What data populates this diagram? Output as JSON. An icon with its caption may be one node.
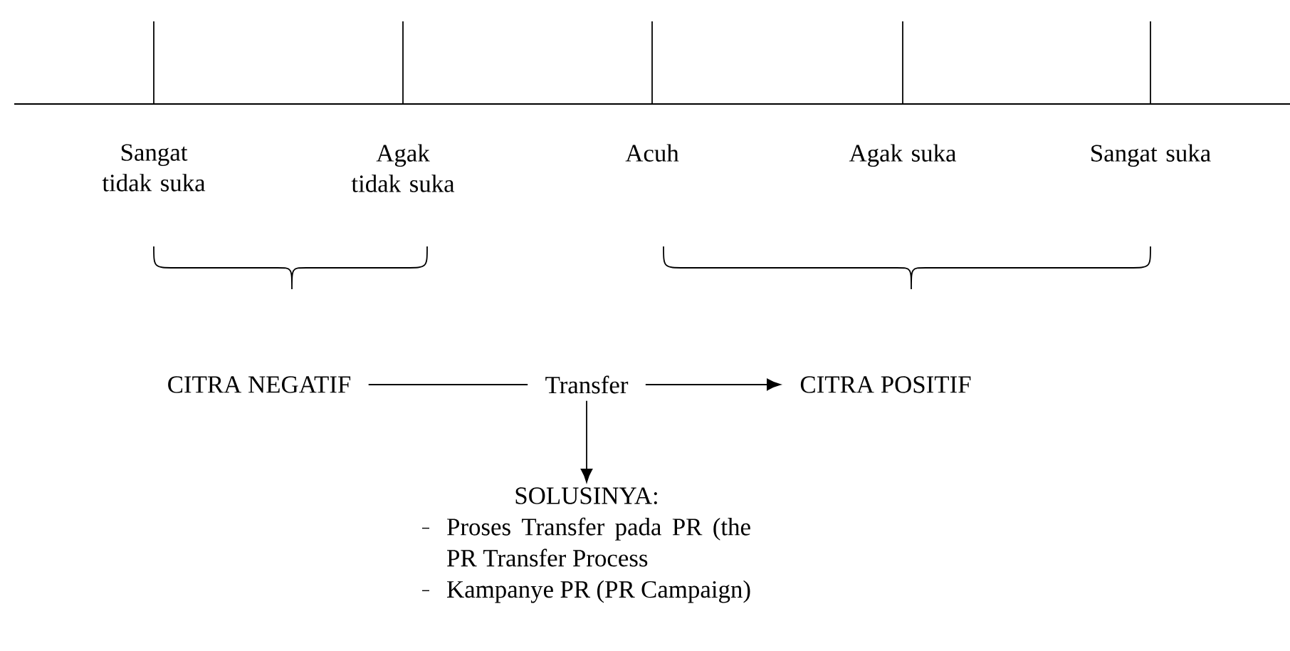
{
  "diagram": {
    "nodes": [
      {
        "text": [
          "CITRA NEGATIF"
        ]
      },
      {
        "text": [
          "Transfer"
        ]
      },
      {
        "text": [
          "CITRA POSITIF"
        ]
      },
      {
        "text": [
          "SOLUSINYA:",
          "Proses Transfer pada PR (the PR Transfer Process",
          "Kampanye PR (PR Campaign)"
        ]
      }
    ],
    "edges": [
      {
        "from": 0,
        "to": 1,
        "arrow": "none"
      },
      {
        "from": 1,
        "to": 2,
        "arrow": "to"
      },
      {
        "from": 1,
        "to": 3,
        "arrow": "to"
      }
    ],
    "labels": [
      "Sangat tidak suka",
      "Agak tidak suka",
      "Acuh",
      "Agak suka",
      "Sangat suka"
    ]
  }
}
